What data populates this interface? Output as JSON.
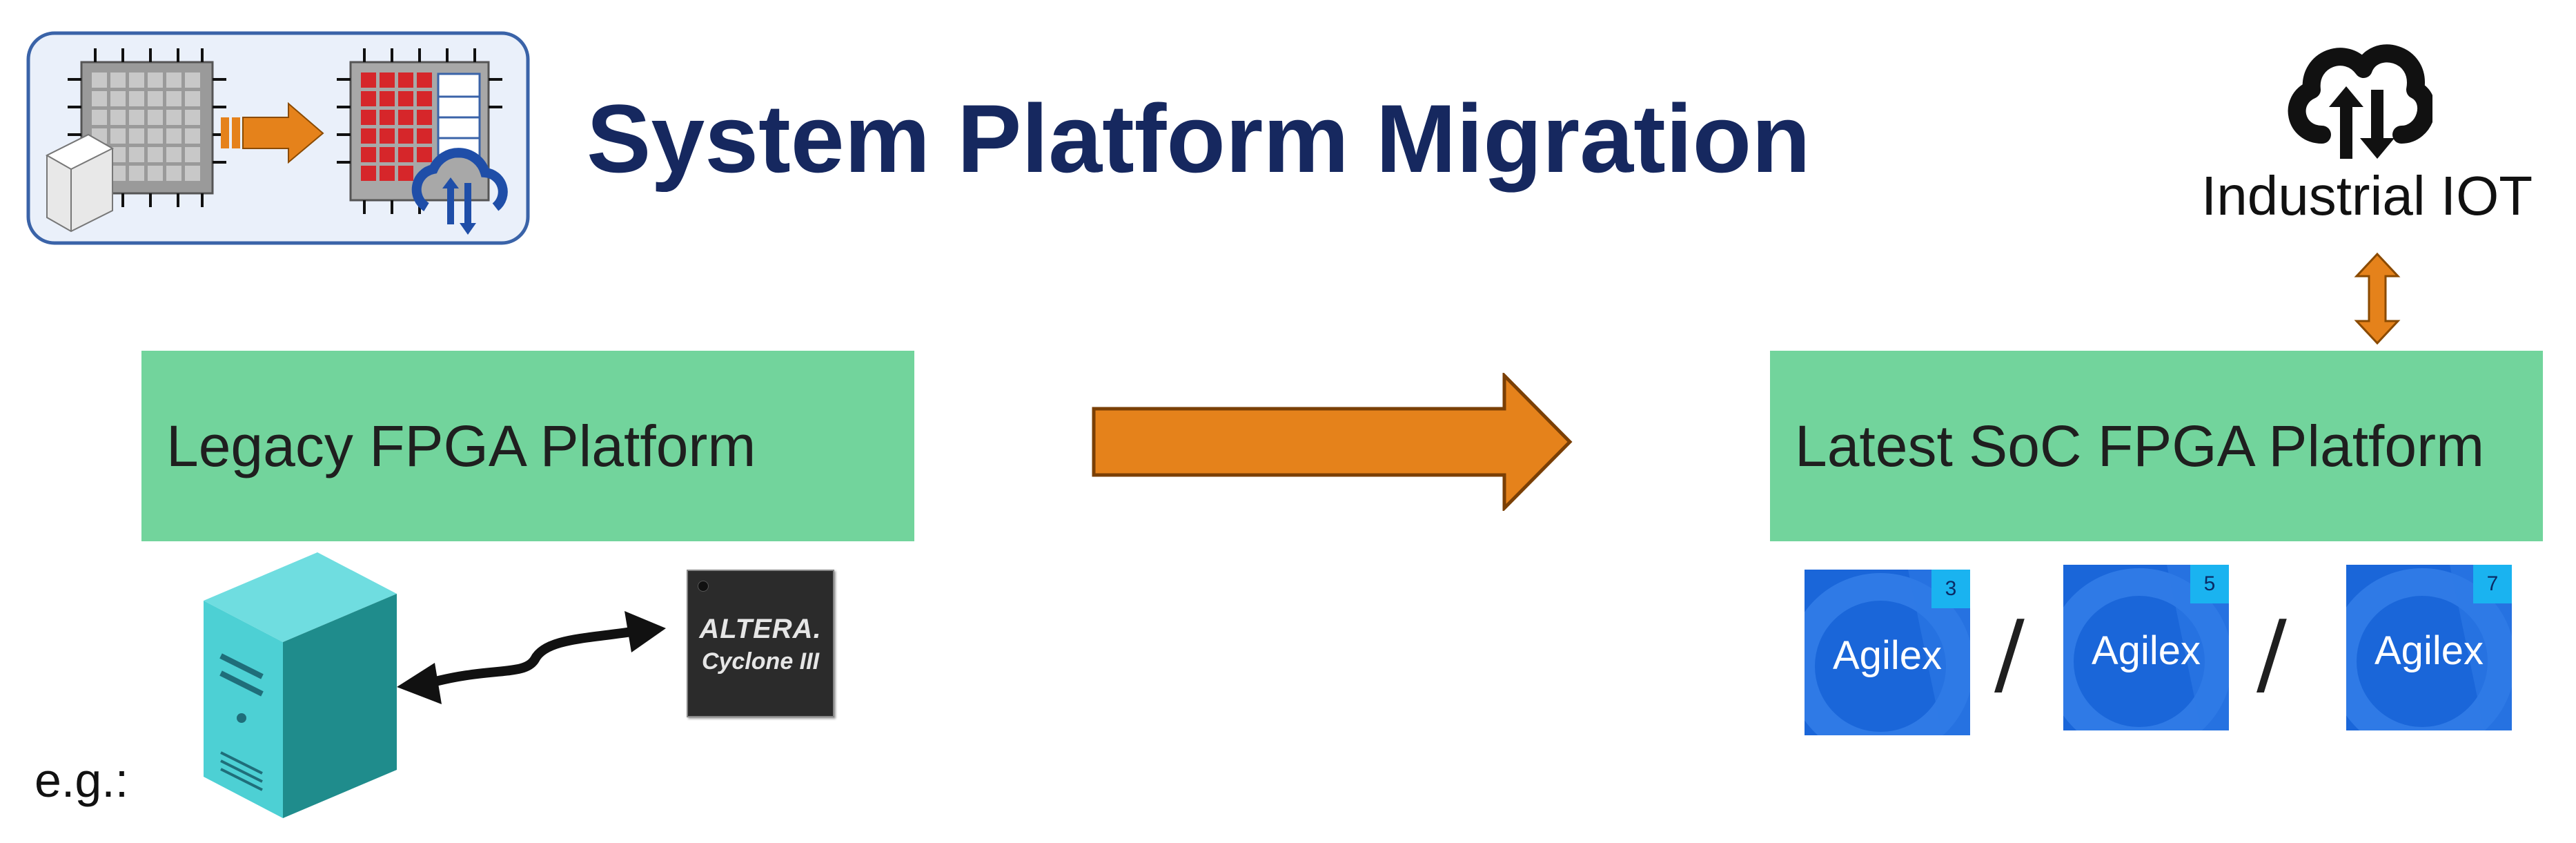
{
  "title": "System Platform Migration",
  "legacy": {
    "label": "Legacy FPGA Platform"
  },
  "latest": {
    "label": "Latest SoC FPGA Platform"
  },
  "iot": {
    "label": "Industrial IOT"
  },
  "example_label": "e.g.:",
  "chip": {
    "brand": "ALTERA.",
    "model": "Cyclone III"
  },
  "agilex": [
    {
      "name": "Agilex",
      "number": "3"
    },
    {
      "name": "Agilex",
      "number": "5"
    },
    {
      "name": "Agilex",
      "number": "7"
    }
  ],
  "separator": "/",
  "colors": {
    "title": "#16285f",
    "platform_box": "#72d49c",
    "arrow": "#e5821b",
    "agilex_blue": "#1a66d9",
    "server_teal": "#2aa7a7"
  },
  "icons": [
    "migration-logo-icon",
    "cloud-sync-icon",
    "server-icon",
    "double-arrow-icon",
    "fpga-chip-icon"
  ]
}
